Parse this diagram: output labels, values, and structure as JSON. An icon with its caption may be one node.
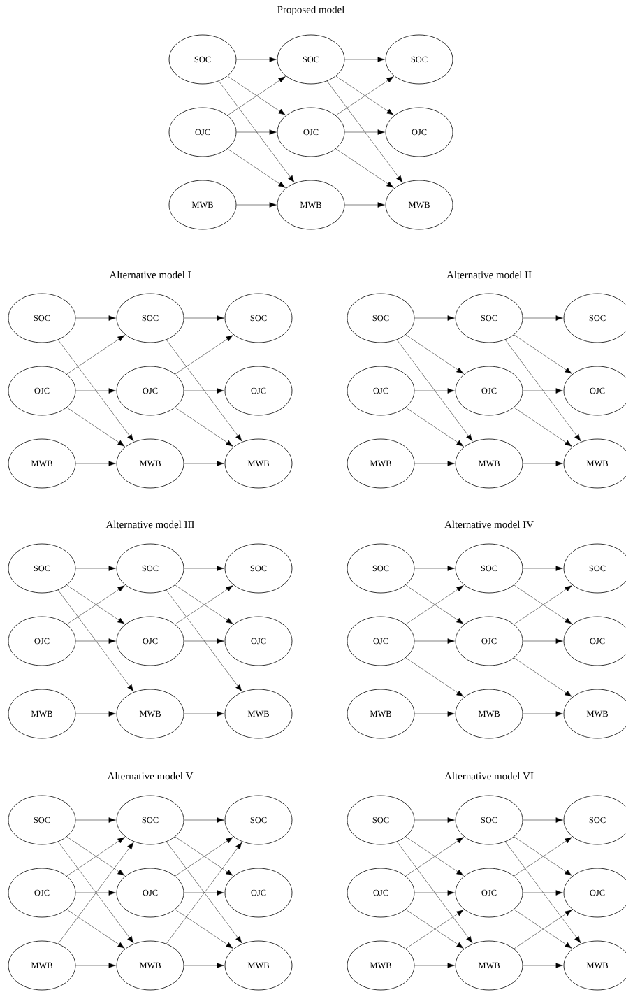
{
  "diagram": {
    "nodes": [
      {
        "text": [
          "SOC"
        ]
      },
      {
        "text": [
          "OJC"
        ]
      },
      {
        "text": [
          "MWB"
        ]
      },
      {
        "text": [
          "SOC"
        ]
      },
      {
        "text": [
          "OJC"
        ]
      },
      {
        "text": [
          "MWB"
        ]
      },
      {
        "text": [
          "SOC"
        ]
      },
      {
        "text": [
          "OJC"
        ]
      },
      {
        "text": [
          "MWB"
        ]
      },
      {
        "text": [
          "SOC"
        ]
      },
      {
        "text": [
          "OJC"
        ]
      },
      {
        "text": [
          "MWB"
        ]
      },
      {
        "text": [
          "SOC"
        ]
      },
      {
        "text": [
          "OJC"
        ]
      },
      {
        "text": [
          "MWB"
        ]
      },
      {
        "text": [
          "SOC"
        ]
      },
      {
        "text": [
          "OJC"
        ]
      },
      {
        "text": [
          "MWB"
        ]
      },
      {
        "text": [
          "SOC"
        ]
      },
      {
        "text": [
          "OJC"
        ]
      },
      {
        "text": [
          "MWB"
        ]
      },
      {
        "text": [
          "SOC"
        ]
      },
      {
        "text": [
          "OJC"
        ]
      },
      {
        "text": [
          "MWB"
        ]
      },
      {
        "text": [
          "SOC"
        ]
      },
      {
        "text": [
          "OJC"
        ]
      },
      {
        "text": [
          "MWB"
        ]
      },
      {
        "text": [
          "SOC"
        ]
      },
      {
        "text": [
          "OJC"
        ]
      },
      {
        "text": [
          "MWB"
        ]
      },
      {
        "text": [
          "SOC"
        ]
      },
      {
        "text": [
          "OJC"
        ]
      },
      {
        "text": [
          "MWB"
        ]
      },
      {
        "text": [
          "SOC"
        ]
      },
      {
        "text": [
          "OJC"
        ]
      },
      {
        "text": [
          "MWB"
        ]
      },
      {
        "text": [
          "SOC"
        ]
      },
      {
        "text": [
          "OJC"
        ]
      },
      {
        "text": [
          "MWB"
        ]
      },
      {
        "text": [
          "SOC"
        ]
      },
      {
        "text": [
          "OJC"
        ]
      },
      {
        "text": [
          "MWB"
        ]
      },
      {
        "text": [
          "SOC"
        ]
      },
      {
        "text": [
          "OJC"
        ]
      },
      {
        "text": [
          "MWB"
        ]
      },
      {
        "text": [
          "SOC"
        ]
      },
      {
        "text": [
          "OJC"
        ]
      },
      {
        "text": [
          "MWB"
        ]
      },
      {
        "text": [
          "SOC"
        ]
      },
      {
        "text": [
          "OJC"
        ]
      },
      {
        "text": [
          "MWB"
        ]
      },
      {
        "text": [
          "SOC"
        ]
      },
      {
        "text": [
          "OJC"
        ]
      },
      {
        "text": [
          "MWB"
        ]
      },
      {
        "text": [
          "SOC"
        ]
      },
      {
        "text": [
          "OJC"
        ]
      },
      {
        "text": [
          "MWB"
        ]
      },
      {
        "text": [
          "SOC"
        ]
      },
      {
        "text": [
          "OJC"
        ]
      },
      {
        "text": [
          "MWB"
        ]
      },
      {
        "text": [
          "SOC"
        ]
      },
      {
        "text": [
          "OJC"
        ]
      },
      {
        "text": [
          "MWB"
        ]
      }
    ],
    "edges": [
      {
        "from": 0,
        "to": 3,
        "arrow": "to"
      },
      {
        "from": 0,
        "to": 4,
        "arrow": "to"
      },
      {
        "from": 0,
        "to": 5,
        "arrow": "to"
      },
      {
        "from": 1,
        "to": 3,
        "arrow": "to"
      },
      {
        "from": 1,
        "to": 4,
        "arrow": "to"
      },
      {
        "from": 1,
        "to": 5,
        "arrow": "to"
      },
      {
        "from": 2,
        "to": 5,
        "arrow": "to"
      },
      {
        "from": 3,
        "to": 6,
        "arrow": "to"
      },
      {
        "from": 3,
        "to": 7,
        "arrow": "to"
      },
      {
        "from": 3,
        "to": 8,
        "arrow": "to"
      },
      {
        "from": 4,
        "to": 6,
        "arrow": "to"
      },
      {
        "from": 4,
        "to": 7,
        "arrow": "to"
      },
      {
        "from": 4,
        "to": 8,
        "arrow": "to"
      },
      {
        "from": 5,
        "to": 8,
        "arrow": "to"
      },
      {
        "from": 9,
        "to": 12,
        "arrow": "to"
      },
      {
        "from": 9,
        "to": 14,
        "arrow": "to"
      },
      {
        "from": 10,
        "to": 12,
        "arrow": "to"
      },
      {
        "from": 10,
        "to": 13,
        "arrow": "to"
      },
      {
        "from": 10,
        "to": 14,
        "arrow": "to"
      },
      {
        "from": 11,
        "to": 14,
        "arrow": "to"
      },
      {
        "from": 12,
        "to": 15,
        "arrow": "to"
      },
      {
        "from": 12,
        "to": 17,
        "arrow": "to"
      },
      {
        "from": 13,
        "to": 15,
        "arrow": "to"
      },
      {
        "from": 13,
        "to": 16,
        "arrow": "to"
      },
      {
        "from": 13,
        "to": 17,
        "arrow": "to"
      },
      {
        "from": 14,
        "to": 17,
        "arrow": "to"
      },
      {
        "from": 18,
        "to": 21,
        "arrow": "to"
      },
      {
        "from": 18,
        "to": 22,
        "arrow": "to"
      },
      {
        "from": 18,
        "to": 23,
        "arrow": "to"
      },
      {
        "from": 19,
        "to": 22,
        "arrow": "to"
      },
      {
        "from": 19,
        "to": 23,
        "arrow": "to"
      },
      {
        "from": 20,
        "to": 23,
        "arrow": "to"
      },
      {
        "from": 21,
        "to": 24,
        "arrow": "to"
      },
      {
        "from": 21,
        "to": 25,
        "arrow": "to"
      },
      {
        "from": 21,
        "to": 26,
        "arrow": "to"
      },
      {
        "from": 22,
        "to": 25,
        "arrow": "to"
      },
      {
        "from": 22,
        "to": 26,
        "arrow": "to"
      },
      {
        "from": 23,
        "to": 26,
        "arrow": "to"
      },
      {
        "from": 27,
        "to": 30,
        "arrow": "to"
      },
      {
        "from": 27,
        "to": 31,
        "arrow": "to"
      },
      {
        "from": 27,
        "to": 32,
        "arrow": "to"
      },
      {
        "from": 28,
        "to": 30,
        "arrow": "to"
      },
      {
        "from": 28,
        "to": 31,
        "arrow": "to"
      },
      {
        "from": 29,
        "to": 32,
        "arrow": "to"
      },
      {
        "from": 30,
        "to": 33,
        "arrow": "to"
      },
      {
        "from": 30,
        "to": 34,
        "arrow": "to"
      },
      {
        "from": 30,
        "to": 35,
        "arrow": "to"
      },
      {
        "from": 31,
        "to": 33,
        "arrow": "to"
      },
      {
        "from": 31,
        "to": 34,
        "arrow": "to"
      },
      {
        "from": 32,
        "to": 35,
        "arrow": "to"
      },
      {
        "from": 36,
        "to": 39,
        "arrow": "to"
      },
      {
        "from": 36,
        "to": 40,
        "arrow": "to"
      },
      {
        "from": 37,
        "to": 39,
        "arrow": "to"
      },
      {
        "from": 37,
        "to": 40,
        "arrow": "to"
      },
      {
        "from": 37,
        "to": 41,
        "arrow": "to"
      },
      {
        "from": 38,
        "to": 41,
        "arrow": "to"
      },
      {
        "from": 39,
        "to": 42,
        "arrow": "to"
      },
      {
        "from": 39,
        "to": 43,
        "arrow": "to"
      },
      {
        "from": 40,
        "to": 42,
        "arrow": "to"
      },
      {
        "from": 40,
        "to": 43,
        "arrow": "to"
      },
      {
        "from": 40,
        "to": 44,
        "arrow": "to"
      },
      {
        "from": 41,
        "to": 44,
        "arrow": "to"
      },
      {
        "from": 45,
        "to": 48,
        "arrow": "to"
      },
      {
        "from": 45,
        "to": 49,
        "arrow": "to"
      },
      {
        "from": 45,
        "to": 50,
        "arrow": "to"
      },
      {
        "from": 46,
        "to": 48,
        "arrow": "to"
      },
      {
        "from": 46,
        "to": 49,
        "arrow": "to"
      },
      {
        "from": 46,
        "to": 50,
        "arrow": "to"
      },
      {
        "from": 47,
        "to": 48,
        "arrow": "to"
      },
      {
        "from": 47,
        "to": 50,
        "arrow": "to"
      },
      {
        "from": 48,
        "to": 51,
        "arrow": "to"
      },
      {
        "from": 48,
        "to": 52,
        "arrow": "to"
      },
      {
        "from": 48,
        "to": 53,
        "arrow": "to"
      },
      {
        "from": 49,
        "to": 51,
        "arrow": "to"
      },
      {
        "from": 49,
        "to": 52,
        "arrow": "to"
      },
      {
        "from": 49,
        "to": 53,
        "arrow": "to"
      },
      {
        "from": 50,
        "to": 51,
        "arrow": "to"
      },
      {
        "from": 50,
        "to": 53,
        "arrow": "to"
      },
      {
        "from": 54,
        "to": 57,
        "arrow": "to"
      },
      {
        "from": 54,
        "to": 58,
        "arrow": "to"
      },
      {
        "from": 54,
        "to": 59,
        "arrow": "to"
      },
      {
        "from": 55,
        "to": 57,
        "arrow": "to"
      },
      {
        "from": 55,
        "to": 58,
        "arrow": "to"
      },
      {
        "from": 55,
        "to": 59,
        "arrow": "to"
      },
      {
        "from": 56,
        "to": 58,
        "arrow": "to"
      },
      {
        "from": 56,
        "to": 59,
        "arrow": "to"
      },
      {
        "from": 57,
        "to": 60,
        "arrow": "to"
      },
      {
        "from": 57,
        "to": 61,
        "arrow": "to"
      },
      {
        "from": 57,
        "to": 62,
        "arrow": "to"
      },
      {
        "from": 58,
        "to": 60,
        "arrow": "to"
      },
      {
        "from": 58,
        "to": 61,
        "arrow": "to"
      },
      {
        "from": 58,
        "to": 62,
        "arrow": "to"
      },
      {
        "from": 59,
        "to": 61,
        "arrow": "to"
      },
      {
        "from": 59,
        "to": 62,
        "arrow": "to"
      }
    ],
    "labels": [
      "Proposed model",
      "Alternative model I",
      "Alternative model II",
      "Alternative model III",
      "Alternative model IV",
      "Alternative model V",
      "Alternative model VI"
    ]
  }
}
